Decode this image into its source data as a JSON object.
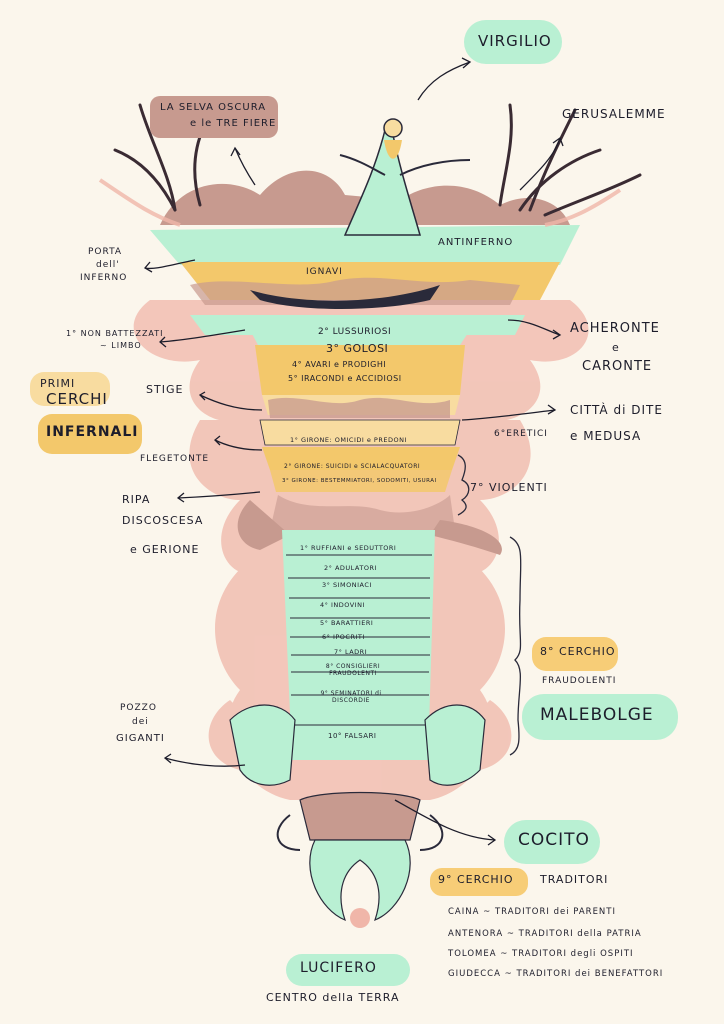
{
  "colors": {
    "background": "#fbf6ec",
    "pink": "#f0b6a9",
    "mauve": "#c79a8f",
    "mint": "#b9f0d3",
    "mint_dark": "#8fe0b8",
    "ochre": "#f3c86b",
    "ochre_light": "#f8dca0",
    "yellow_pill": "#f7cd77",
    "ink": "#1d1d2b"
  },
  "top": {
    "virgilio": "VIRGILIO",
    "selva_line1": "LA SELVA OSCURA",
    "selva_line2": "e le TRE FIERE",
    "gerusalemme": "GERUSALEMME",
    "porta_line1": "PORTA",
    "porta_line2": "dell'",
    "porta_line3": "INFERNO",
    "antinferno": "ANTINFERNO",
    "ignavi": "IGNAVI"
  },
  "left": {
    "limbo_line1": "1° NON BATTEZZATI",
    "limbo_line2": "~ LIMBO",
    "primi_line1": "PRIMI",
    "primi_line2": "CERCHI",
    "primi_line3": "INFERNALI",
    "stige": "STIGE",
    "flegetonte": "FLEGETONTE",
    "ripa_line1": "RIPA",
    "ripa_line2": "DISCOSCESA",
    "ripa_line3": "e GERIONE",
    "pozzo_line1": "POZZO",
    "pozzo_line2": "dei",
    "pozzo_line3": "GIGANTI"
  },
  "right": {
    "acheronte_line1": "ACHERONTE",
    "acheronte_line2": "e",
    "acheronte_line3": "CARONTE",
    "dite_line1": "CITTÀ di DITE",
    "dite_line2": "e MEDUSA",
    "eretici": "6°ERETICI",
    "violenti": "7° VIOLENTI",
    "ottavo": "8° CERCHIO",
    "fraudolenti": "FRAUDOLENTI",
    "malebolge": "MALEBOLGE"
  },
  "funnel": {
    "upper": [
      "2° LUSSURIOSI",
      "3° GOLOSI",
      "4° AVARI e PRODIGHI",
      "5° IRACONDI e ACCIDIOSI"
    ],
    "gironi": [
      "1° GIRONE: OMICIDI e PREDONI",
      "2° GIRONE: SUICIDI e SCIALACQUATORI",
      "3° GIRONE: BESTEMMIATORI, SODOMITI, USURAI"
    ],
    "bolge": [
      "1° RUFFIANI e SEDUTTORI",
      "2° ADULATORI",
      "3° SIMONIACI",
      "4° INDOVINI",
      "5° BARATTIERI",
      "6° IPOCRITI",
      "7° LADRI",
      "8° CONSIGLIERI FRAUDOLENTI",
      "9° SEMINATORI di DISCORDIE",
      "10° FALSARI"
    ]
  },
  "bottom": {
    "cocito": "COCITO",
    "nono": "9° CERCHIO",
    "traditori": "TRADITORI",
    "zones": [
      "CAINA ~ TRADITORI dei PARENTI",
      "ANTENORA ~ TRADITORI della PATRIA",
      "TOLOMEA ~ TRADITORI degli OSPITI",
      "GIUDECCA ~ TRADITORI dei BENEFATTORI"
    ],
    "lucifero": "LUCIFERO",
    "centro": "CENTRO della TERRA"
  }
}
